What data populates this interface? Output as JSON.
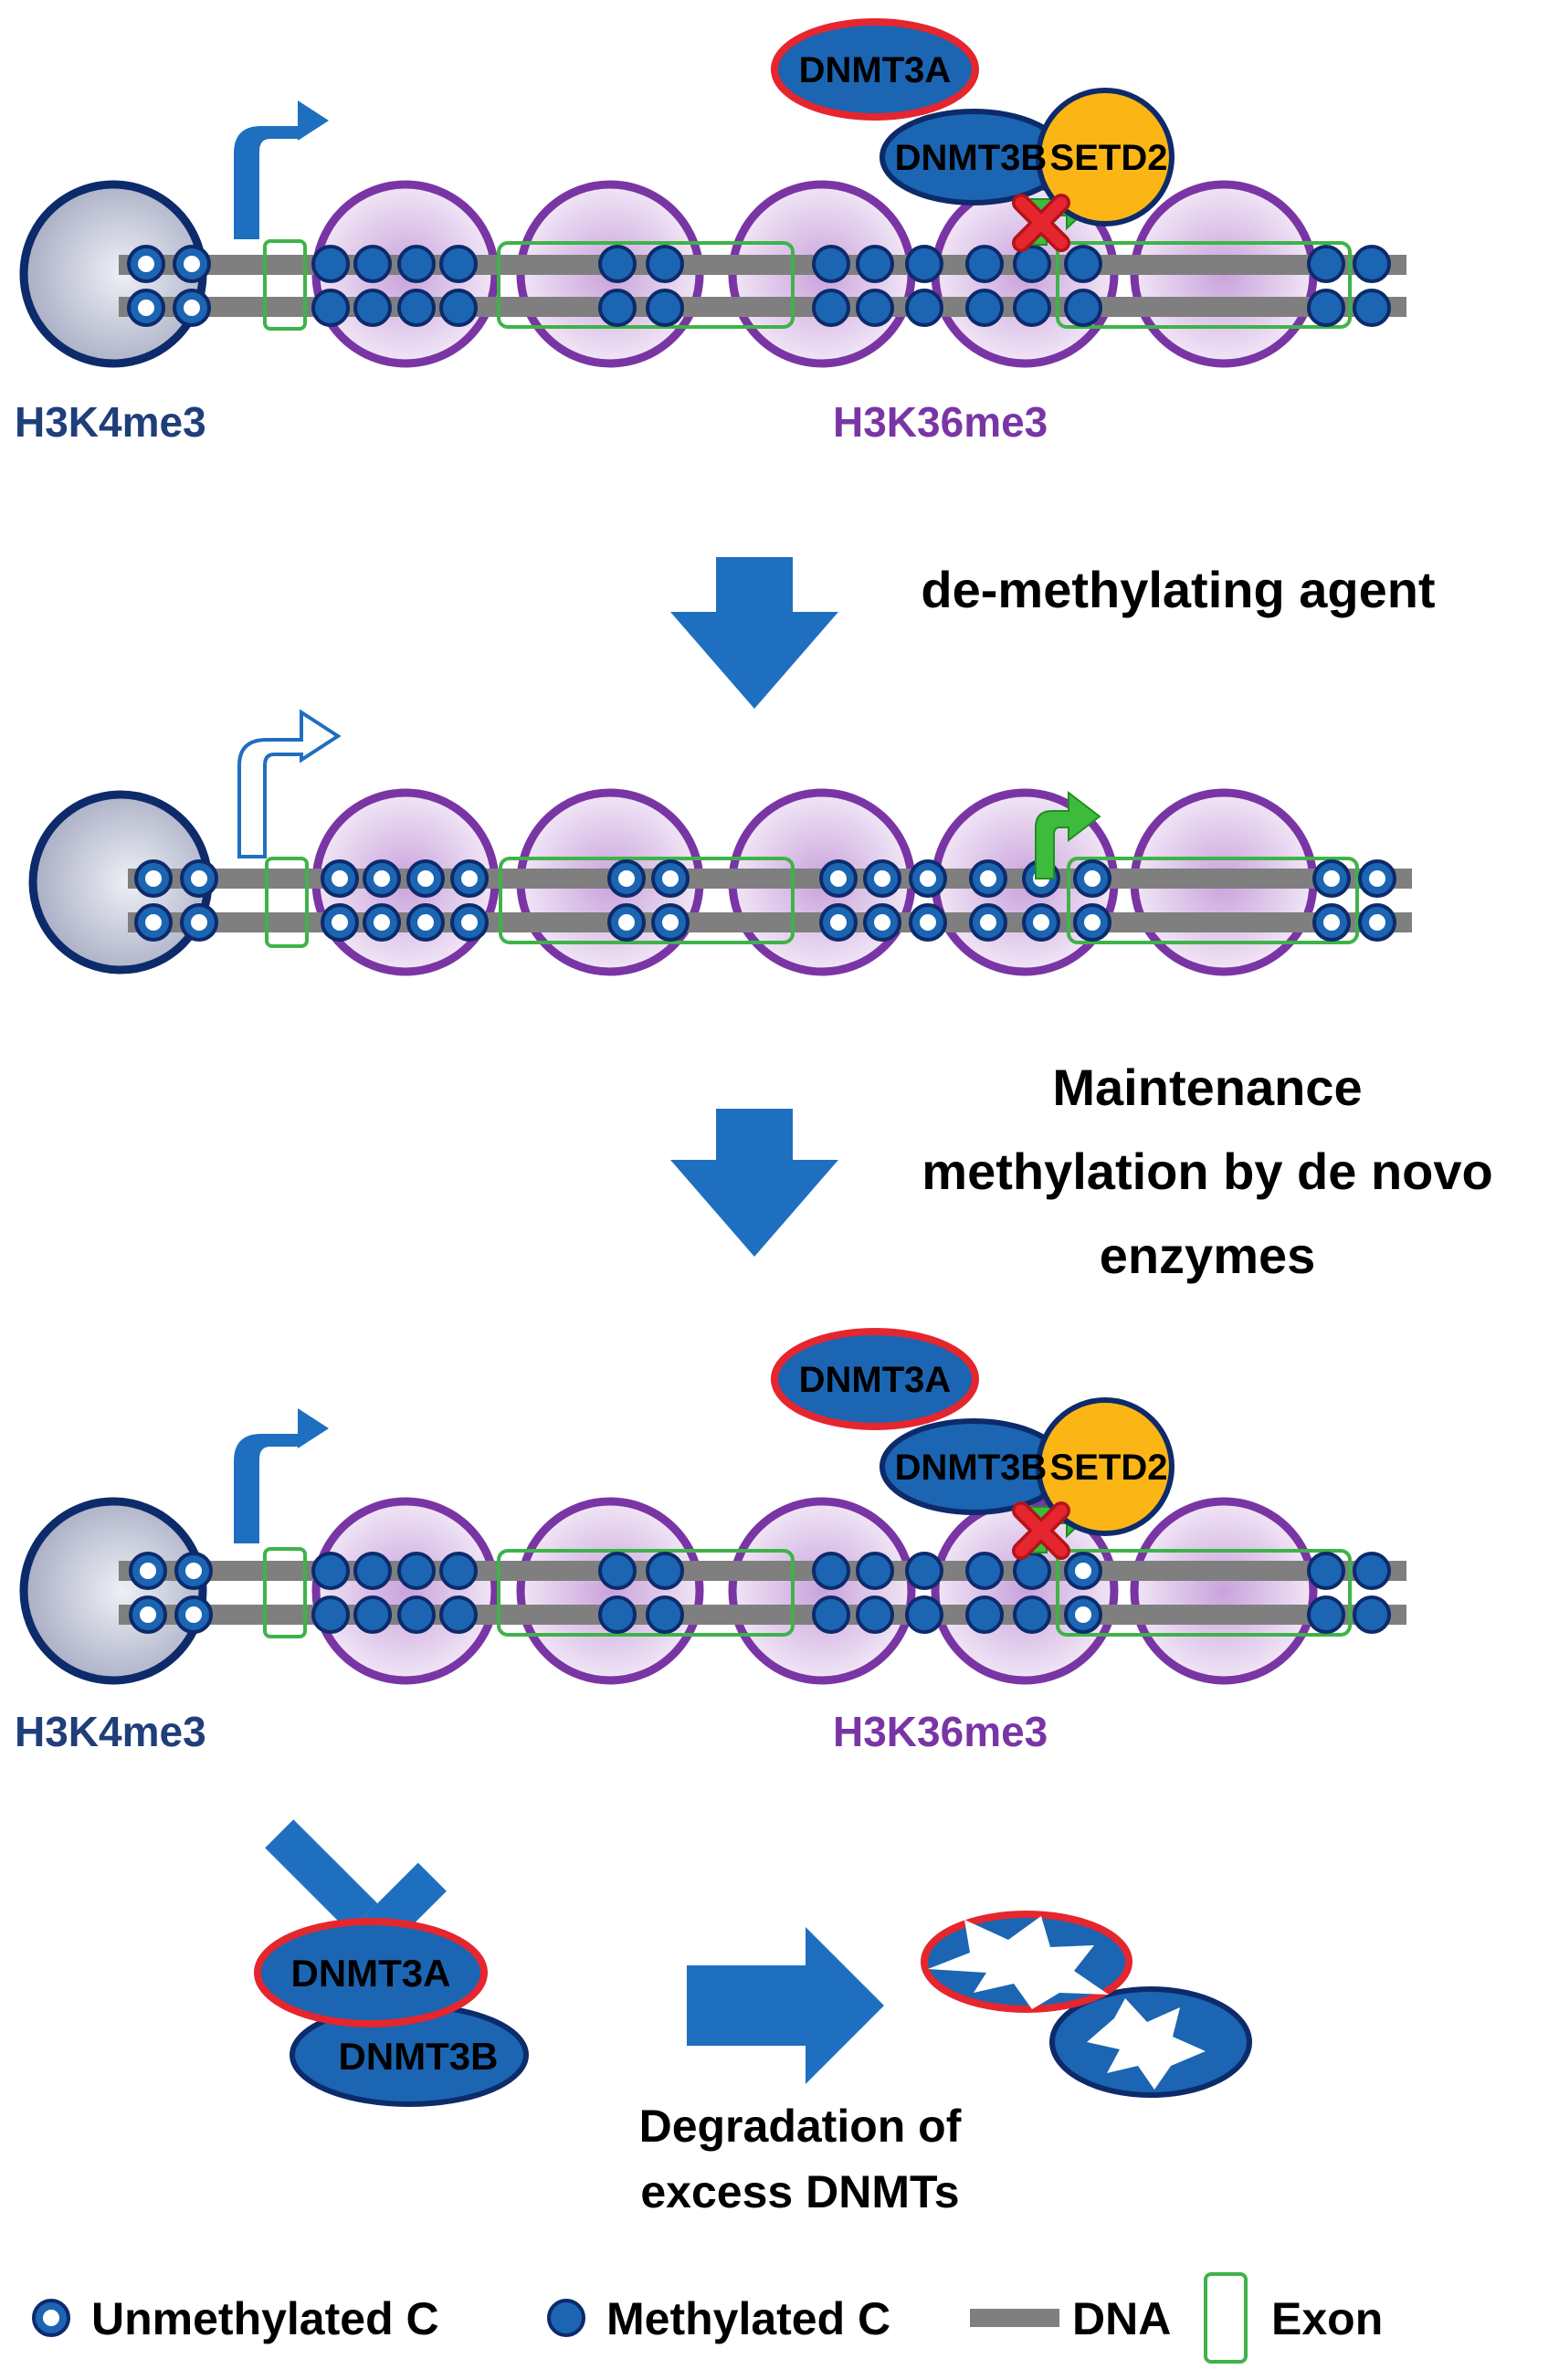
{
  "labels": {
    "h3k4me3": "H3K4me3",
    "h3k36me3": "H3K36me3",
    "dnmt3a": "DNMT3A",
    "dnmt3b": "DNMT3B",
    "setd2": "SETD2",
    "step1": "de-methylating agent",
    "step2_line1": "Maintenance",
    "step2_line2": "methylation by de novo",
    "step2_line3": "enzymes",
    "degradation_line1": "Degradation of",
    "degradation_line2": "excess DNMTs"
  },
  "legend": {
    "unmethylated": "Unmethylated C",
    "methylated": "Methylated C",
    "dna": "DNA",
    "exon": "Exon"
  },
  "colors": {
    "h3k4me3_text": "#1f3e7a",
    "h3k36me3_text": "#7a35a5",
    "enzyme_fill": "#1b65b3",
    "enzyme_outline": "#0d2a6b",
    "dnmt3a_outline": "#e5262e",
    "setd2_fill": "#fbb515",
    "dna": "#7f7f7f",
    "exon_outline": "#3fb349",
    "nucleosome_fill": "#d8b9e6",
    "nucleosome_outline": "#7a35a5",
    "arrow": "#1f6fc1",
    "green_arrow": "#3dbb3d",
    "block_x": "#e5262e"
  }
}
